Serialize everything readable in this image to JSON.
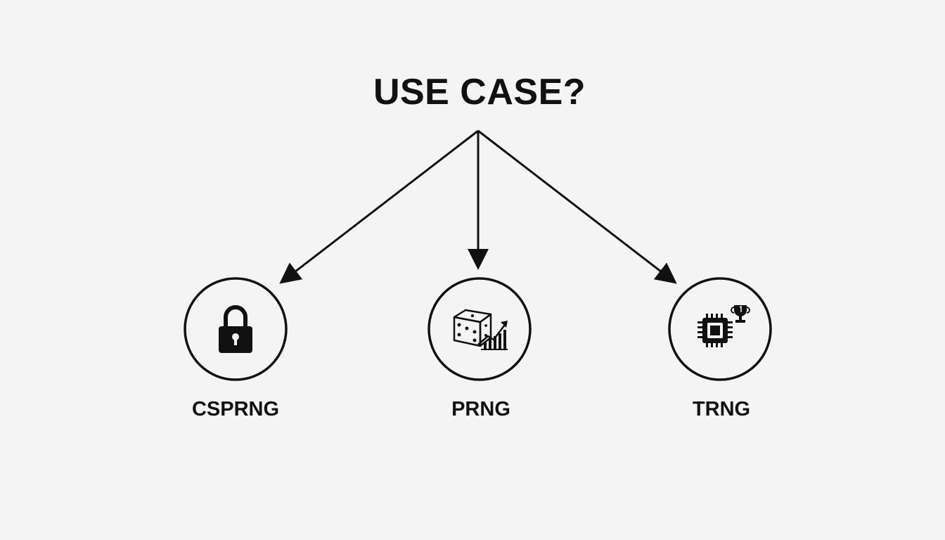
{
  "title": "USE CASE?",
  "nodes": [
    {
      "id": "cs",
      "label": "CSPRNG",
      "icon": "lock-icon"
    },
    {
      "id": "pr",
      "label": "PRNG",
      "icon": "dice-growth-chart-icon"
    },
    {
      "id": "tr",
      "label": "TRNG",
      "icon": "chip-trophy-icon"
    }
  ],
  "colors": {
    "background": "#f4f4f4",
    "ink": "#111111"
  }
}
